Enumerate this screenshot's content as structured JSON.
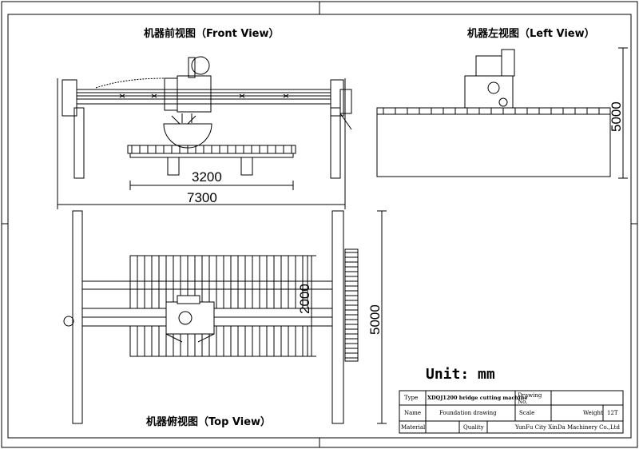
{
  "views": {
    "front_title": "机器前视图（Front View）",
    "left_title": "机器左视图（Left View）",
    "top_title": "机器俯视图（Top View）"
  },
  "dimensions": {
    "front_inner": "3200",
    "front_total": "7300",
    "left_height": "5000",
    "top_inner": "2000",
    "top_total": "5000"
  },
  "unit": "Unit: mm",
  "title_block": {
    "type_label": "Type",
    "type_value": "XDQJ1200 bridge cutting machine",
    "drawing_no_label": "Drawing No.",
    "drawing_no_value": "",
    "name_label": "Name",
    "name_value": "Foundation drawing",
    "scale_label": "Scale",
    "scale_value": "",
    "weight_label": "Weight",
    "weight_value": "12T",
    "material_label": "Material",
    "material_value": "",
    "quality_label": "Quality",
    "quality_value": "",
    "company": "YunFu City XinDa Machinery Co.,Ltd"
  }
}
